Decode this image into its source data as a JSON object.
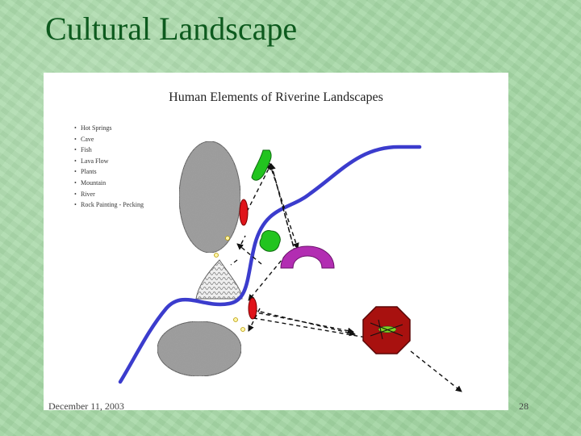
{
  "slide": {
    "title": "Cultural Landscape",
    "date": "December 11, 2003",
    "page_number": "28"
  },
  "figure": {
    "title": "Human Elements of Riverine Landscapes",
    "legend_items": [
      "Hot Springs",
      "Cave",
      "Fish",
      "Lava Flow",
      "Plants",
      "Mountain",
      "River",
      "Rock Painting - Pecking"
    ],
    "icons": [
      "mountain-shape",
      "lava-flow-shape",
      "river-line",
      "fish-shape",
      "plant-shape",
      "rainbow-arch",
      "stop-sign-shape",
      "dashed-arrow"
    ],
    "colors": {
      "title": "#0d5a1e",
      "river": "#3b3ccd",
      "plant": "#22c41f",
      "fish": "#e0141a",
      "arch": "#b22db2",
      "octagon": "#a8110f",
      "mountain": "#9a9a9a"
    }
  }
}
